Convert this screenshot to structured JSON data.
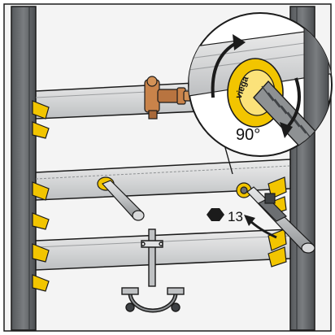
{
  "callout": {
    "angle_label": "90°",
    "brand_label": "viega"
  },
  "tool": {
    "wrench_size_label": "13"
  },
  "colors": {
    "frame": "#6c6f72",
    "frame_dark": "#3e4144",
    "rail": "#d9dadb",
    "clip_yellow": "#f2c500",
    "brass": "#c9834a",
    "pipe": "#bfc1c3",
    "outline": "#1b1b1b"
  }
}
